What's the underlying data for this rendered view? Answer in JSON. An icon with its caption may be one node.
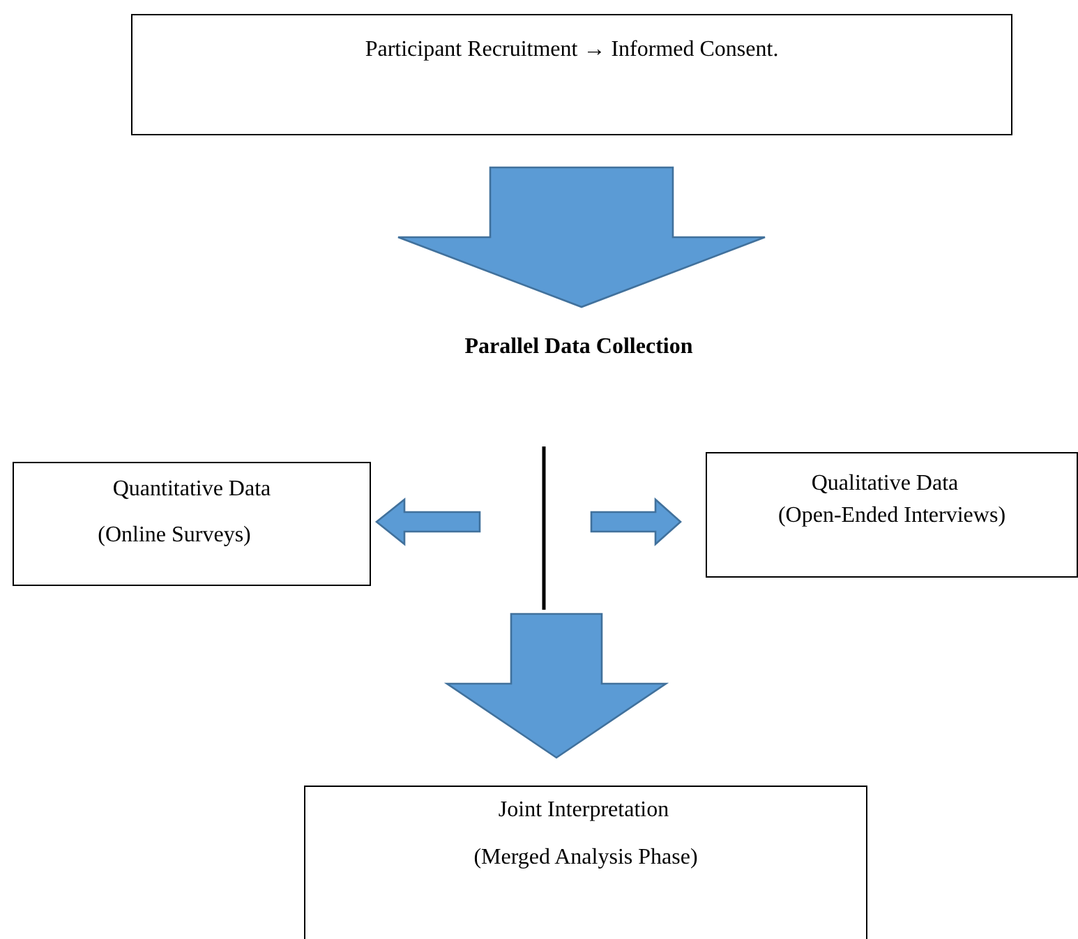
{
  "diagram": {
    "nodes": [
      {
        "text": [
          "Participant Recruitment → Informed Consent."
        ]
      },
      {
        "text": [
          "Parallel Data Collection"
        ]
      },
      {
        "text": [
          "Quantitative Data",
          "(Online Surveys)"
        ]
      },
      {
        "text": [
          "Qualitative Data",
          "(Open-Ended Interviews)"
        ]
      },
      {
        "text": [
          "Joint Interpretation",
          "(Merged Analysis Phase)"
        ]
      }
    ],
    "edges": [
      {
        "from": 0,
        "to": 1,
        "arrow": "to"
      },
      {
        "from": null,
        "to": 2,
        "arrow": "to"
      },
      {
        "from": null,
        "to": 3,
        "arrow": "to"
      },
      {
        "from": null,
        "to": 4,
        "arrow": "to"
      }
    ]
  }
}
